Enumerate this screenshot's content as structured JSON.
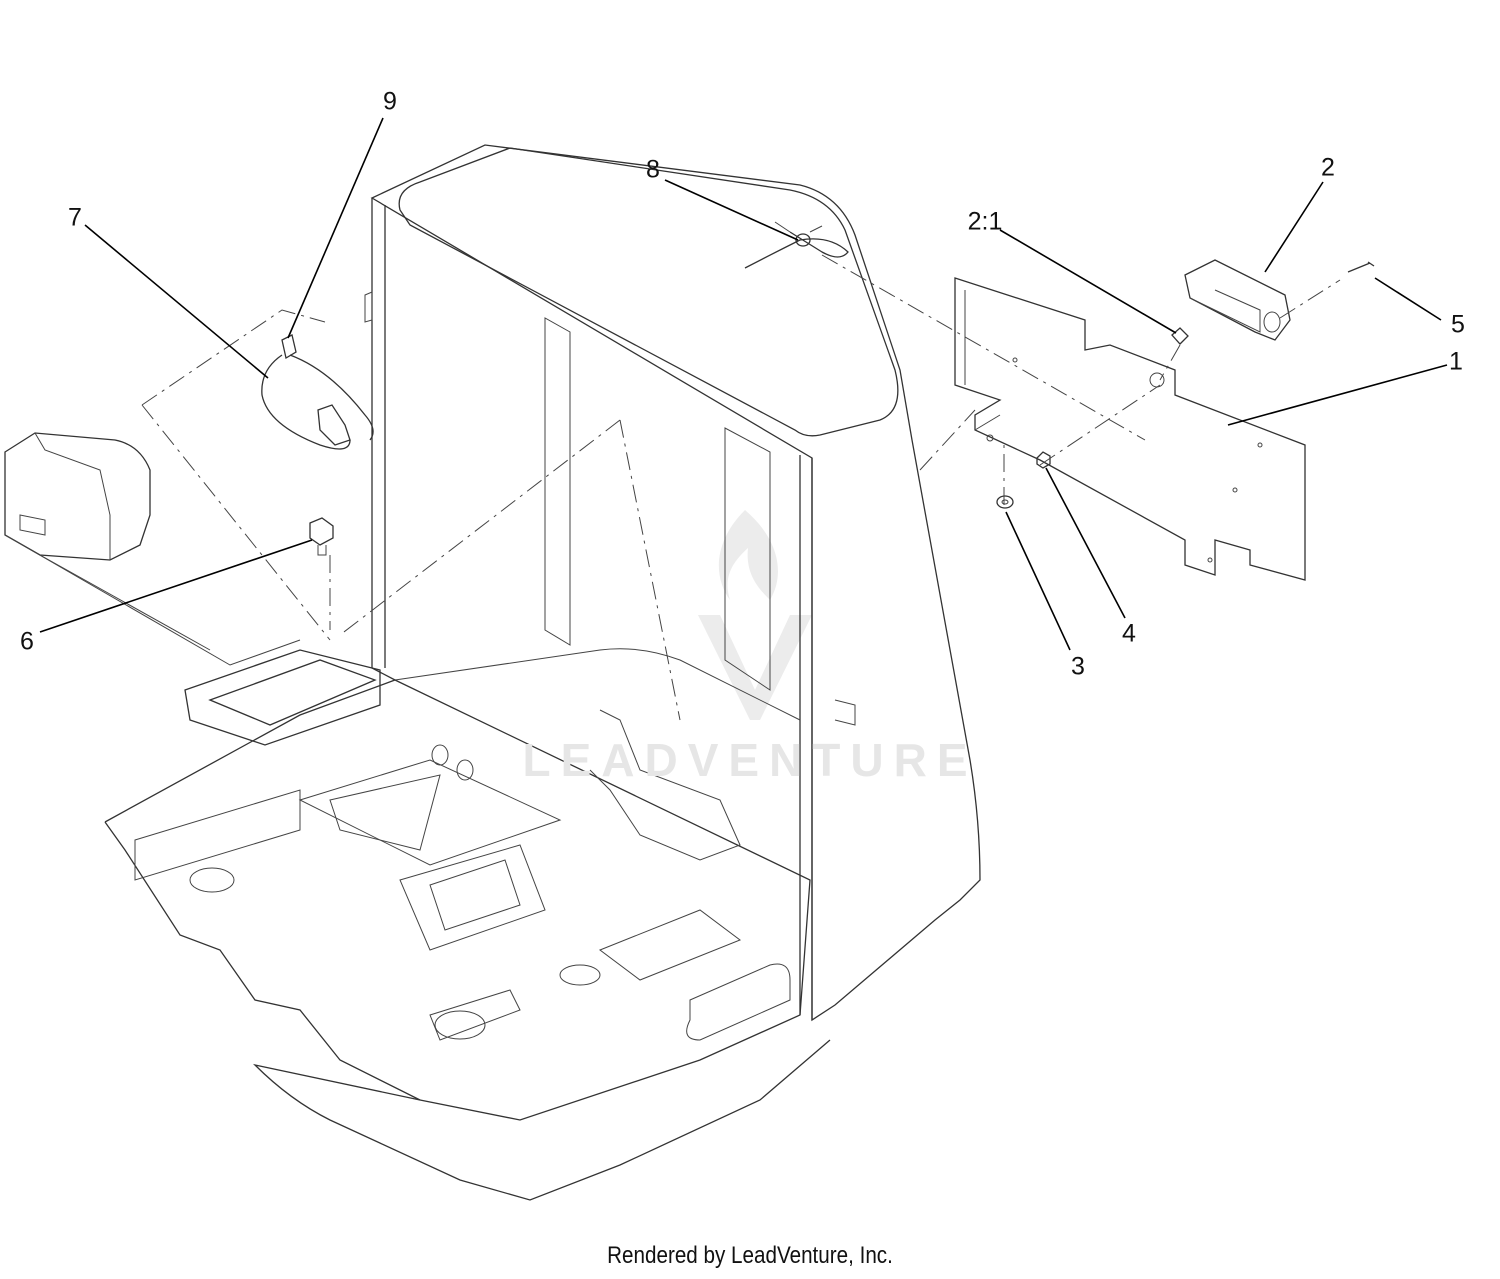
{
  "callouts": [
    {
      "id": "1",
      "label": "1"
    },
    {
      "id": "2",
      "label": "2"
    },
    {
      "id": "2-1",
      "label": "2:1"
    },
    {
      "id": "3",
      "label": "3"
    },
    {
      "id": "4",
      "label": "4"
    },
    {
      "id": "5",
      "label": "5"
    },
    {
      "id": "6",
      "label": "6"
    },
    {
      "id": "7",
      "label": "7"
    },
    {
      "id": "8",
      "label": "8"
    },
    {
      "id": "9",
      "label": "9"
    }
  ],
  "watermark": {
    "text": "LEADVENTURE"
  },
  "footer": {
    "text": "Rendered by LeadVenture, Inc."
  }
}
